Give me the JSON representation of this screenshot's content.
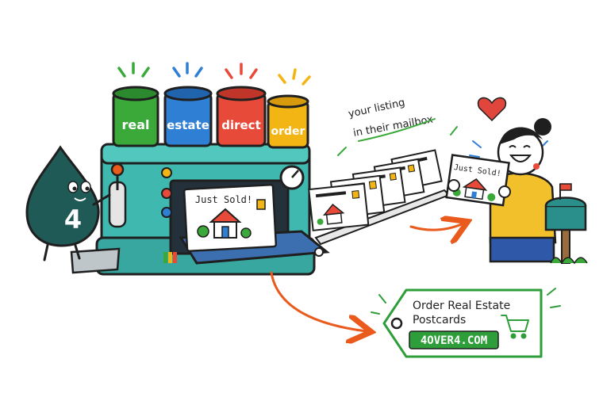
{
  "cans": [
    {
      "label": "real",
      "color": "#3aa93a"
    },
    {
      "label": "estate",
      "color": "#2f7fd4"
    },
    {
      "label": "direct",
      "color": "#e84a3a"
    },
    {
      "label": "order",
      "color": "#f2b514"
    }
  ],
  "mascot": {
    "number": "4",
    "color": "#1f5a57"
  },
  "postcard": {
    "headline": "Just Sold!"
  },
  "handwriting": {
    "line1": "your listing",
    "line2": "in their mailbox"
  },
  "held_card": {
    "headline": "Just Sold!"
  },
  "tag": {
    "line1": "Order Real Estate",
    "line2": "Postcards",
    "url": "4OVER4.COM",
    "icon": "shopping-cart-icon",
    "color": "#2e9e3a"
  },
  "colors": {
    "machine": "#3fb8b0",
    "arrow": "#ea5a1c",
    "outline": "#1f1f1f",
    "heart": "#e0463c"
  }
}
